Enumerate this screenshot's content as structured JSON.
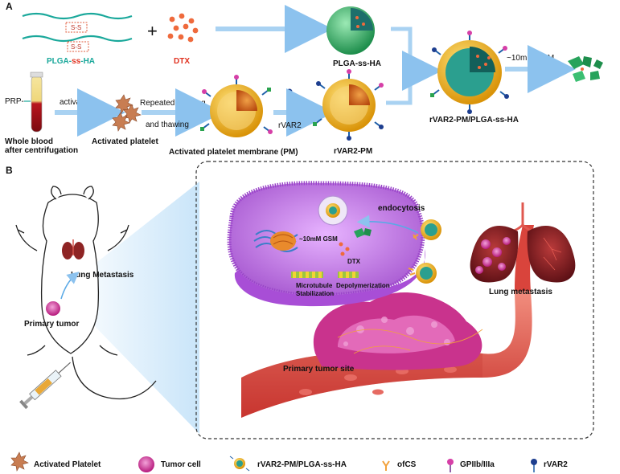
{
  "panels": {
    "a": "A",
    "b": "B"
  },
  "top": {
    "ss1": "S-S",
    "ss2": "S-S",
    "plus": "+",
    "plga_ss_ha_label": {
      "p1": "PLGA-",
      "p2": "ss",
      "p3": "-HA"
    },
    "dtx_label": "DTX",
    "nanoparticle_label": "PLGA-ss-HA",
    "prp": "PRP-",
    "activation": "activation",
    "repeated_freezing": "Repeated freezing",
    "and_thawing": "and thawing",
    "rvar2": "rVAR2",
    "whole_blood_1": "Whole blood",
    "whole_blood_2": "after centrifugation",
    "activated_platelet": "Activated platelet",
    "platelet_membrane": "Activated platelet membrane (PM)",
    "rvar2_pm": "rVAR2-PM",
    "final_np": "rVAR2-PM/PLGA-ss-HA",
    "gsm": "~10mM GSM"
  },
  "bottom": {
    "lung_metastasis_mouse": "Lung Metastasis",
    "primary_tumor": "Primary tumor",
    "endocytosis": "endocytosis",
    "gsm_inside": "~10mM GSM",
    "dtx_inside": "DTX",
    "microtubule_1": "Microtubule",
    "microtubule_2": "Stabilization",
    "depolymerization": "Depolymerization",
    "lung_metastasis_right": "Lung metastasis",
    "primary_tumor_site": "Primary tumor site"
  },
  "legend": {
    "items": [
      "Activated Platelet",
      "Tumor cell",
      "rVAR2-PM/PLGA-ss-HA",
      "ofCS",
      "GPIIb/IIIa",
      "rVAR2"
    ]
  },
  "colors": {
    "teal": "#1aa89b",
    "red": "#e0301e",
    "arrow": "#9ec9ef",
    "shell_gold": "#f2b817",
    "core_orange": "#e3701c",
    "green_np": "#27a35b",
    "cell_purple": "#c27ee6",
    "tumor_magenta": "#d8409c",
    "vessel_red": "#e0584f",
    "lung_dark": "#6b1a1e"
  }
}
